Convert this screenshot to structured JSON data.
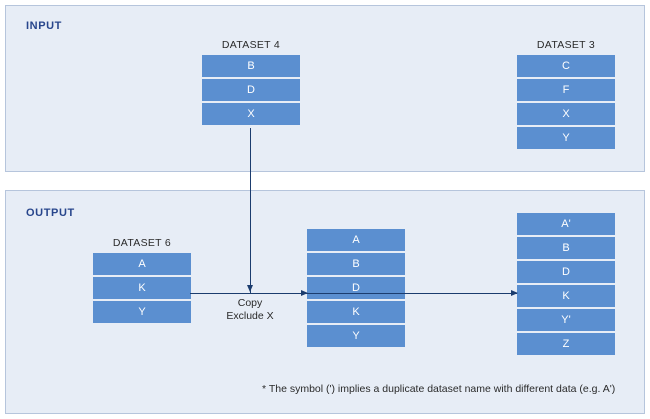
{
  "panels": {
    "input": {
      "title": "INPUT"
    },
    "output": {
      "title": "OUTPUT"
    }
  },
  "stacks": {
    "dataset4": {
      "label": "DATASET 4",
      "rows": [
        "B",
        "D",
        "X"
      ]
    },
    "dataset3": {
      "label": "DATASET 3",
      "rows": [
        "C",
        "F",
        "X",
        "Y"
      ]
    },
    "dataset6": {
      "label": "DATASET 6",
      "rows": [
        "A",
        "K",
        "Y"
      ]
    },
    "merge": {
      "label": "",
      "rows": [
        "A",
        "B",
        "D",
        "K",
        "Y"
      ]
    },
    "result": {
      "label": "",
      "rows": [
        "A'",
        "B",
        "D",
        "K",
        "Y'",
        "Z"
      ]
    }
  },
  "connectors": {
    "copy_label_line1": "Copy",
    "copy_label_line2": "Exclude X"
  },
  "footnote": "* The symbol (') implies a duplicate dataset name with different data (e.g. A')",
  "colors": {
    "panel_bg": "#e7edf6",
    "panel_border": "#b6c5dc",
    "row_fill": "#5b8fd0",
    "row_text": "#ffffff",
    "title_text": "#28468c",
    "connector": "#1b3c6e",
    "body_text": "#2a2a2a",
    "page_bg": "#ffffff"
  }
}
